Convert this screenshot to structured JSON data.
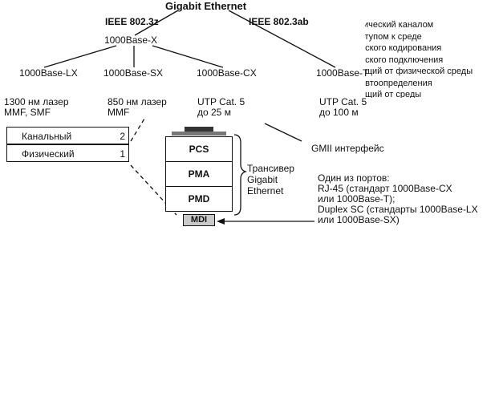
{
  "header": {
    "title": "Gigabit Ethernet",
    "std_8023z": "IEEE 802.3z",
    "std_8023ab": "IEEE 802.3ab"
  },
  "tree": {
    "root": "1000Base-X",
    "lx": {
      "name": "1000Base-LX",
      "line1": "1300 нм лазер",
      "line2": "MMF, SMF"
    },
    "sx": {
      "name": "1000Base-SX",
      "line1": "850 нм лазер",
      "line2": "MMF"
    },
    "cx": {
      "name": "1000Base-CX",
      "line1": "UTP Cat. 5",
      "line2": "до  25 м"
    },
    "t": {
      "name": "1000Base-T",
      "line1": "UTP Cat. 5",
      "line2": "до  100 м"
    }
  },
  "side_notes": [
    "гический каналом",
    "ступом к среде",
    "еского кодирования",
    "еского подключения",
    "ящий от физической среды",
    "автоопределения",
    "ящий от среды"
  ],
  "osi": [
    {
      "name": "Канальный",
      "num": "2"
    },
    {
      "name": "Физический",
      "num": "1"
    }
  ],
  "stack": {
    "pcs": "PCS",
    "pma": "PMA",
    "pmd": "PMD",
    "mdi": "MDI",
    "transceiver": [
      "Трансивер",
      "Gigabit",
      "Ethernet"
    ]
  },
  "gmii_label": "GMII интерфейс",
  "ports_note": [
    "Один из портов:",
    "RJ-45 (стандарт 1000Base-CX",
    "или 1000Base-T);",
    "Duplex SC (стандарты 1000Base-LX",
    "или 1000Base-SX)"
  ]
}
